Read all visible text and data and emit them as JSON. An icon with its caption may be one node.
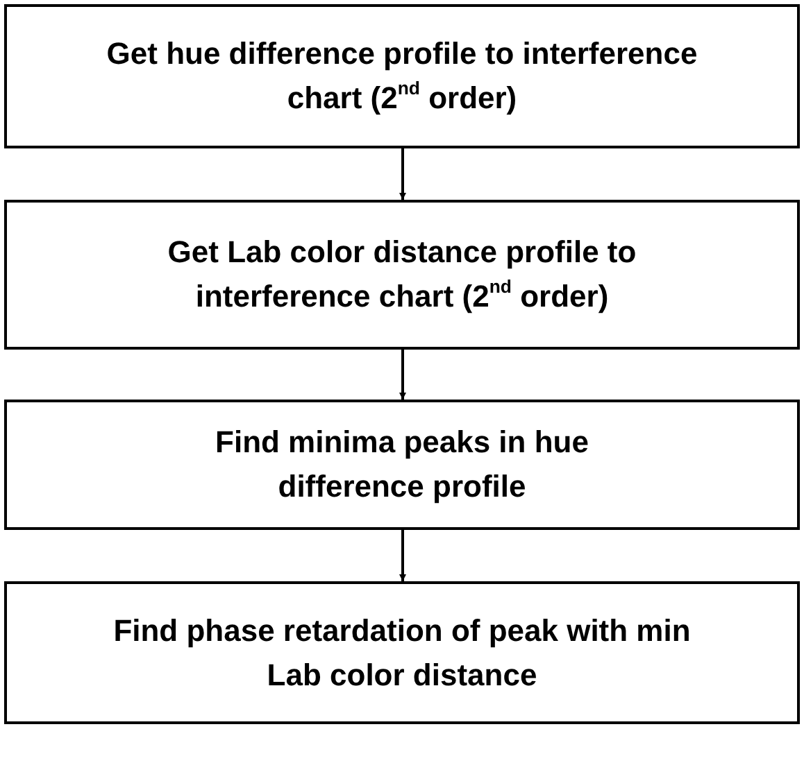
{
  "diagram": {
    "nodes": [
      {
        "text": [
          "Get hue difference profile to interference chart (2$^{nd}$ order)"
        ]
      },
      {
        "text": [
          "Get Lab color distance profile to interference chart (2$^{nd}$ order)"
        ]
      },
      {
        "text": [
          "Find minima peaks in hue difference profile"
        ]
      },
      {
        "text": [
          "Find phase retardation of peak with min Lab color distance"
        ]
      }
    ],
    "edges": [
      {
        "from": 0,
        "to": 1,
        "arrow": "to"
      },
      {
        "from": 1,
        "to": 2,
        "arrow": "to"
      },
      {
        "from": 2,
        "to": 3,
        "arrow": "to"
      }
    ]
  }
}
